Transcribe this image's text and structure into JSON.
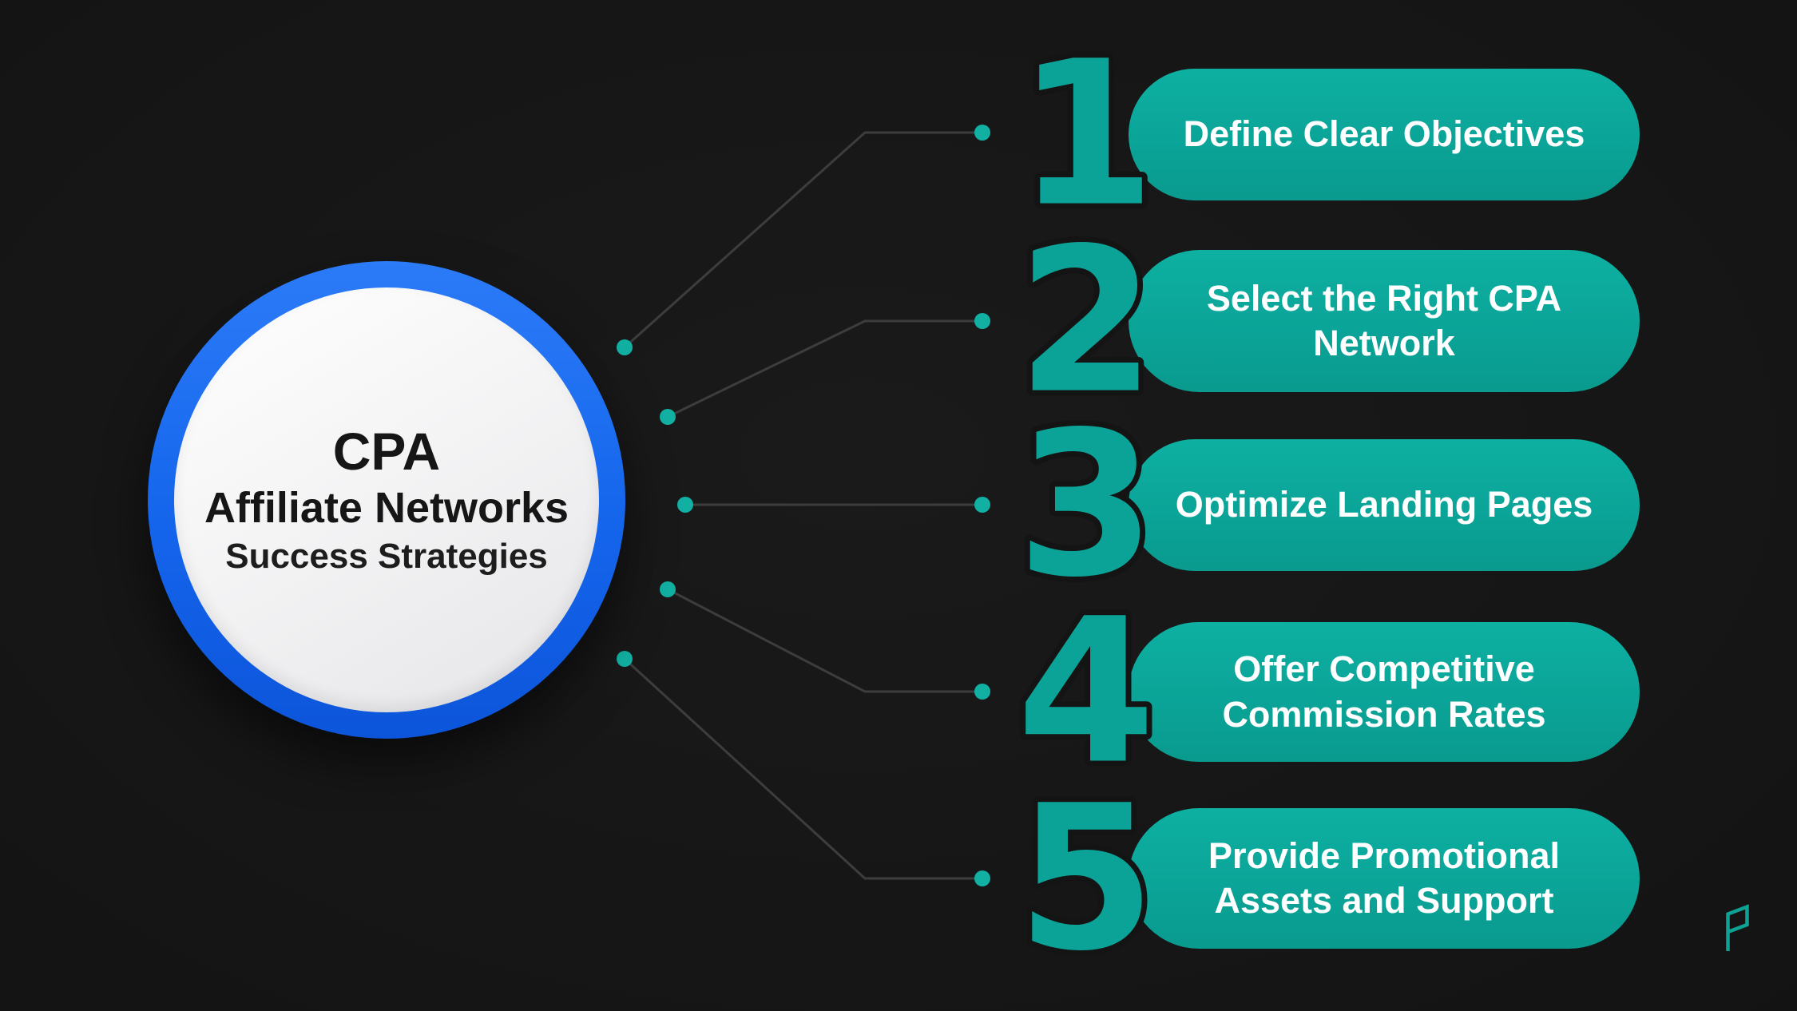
{
  "page": {
    "background_color": "#141414"
  },
  "colors": {
    "teal_accent": "#0ba397",
    "blue_ring": "#1565ec",
    "connector_line": "#3d3d3d",
    "connector_dot": "#12b0a2",
    "pill_text": "#ffffff",
    "circle_text": "#161616"
  },
  "center_circle": {
    "title": "CPA",
    "subtitle": "Affiliate Networks",
    "tagline": "Success Strategies"
  },
  "items": [
    {
      "number": "1",
      "label": "Define Clear Objectives"
    },
    {
      "number": "2",
      "label": "Select the Right CPA Network"
    },
    {
      "number": "3",
      "label": "Optimize Landing Pages"
    },
    {
      "number": "4",
      "label": "Offer Competitive Commission Rates"
    },
    {
      "number": "5",
      "label": "Provide Promotional Assets and Support"
    }
  ],
  "branding": {
    "logo_icon": "flag-p-logo"
  }
}
